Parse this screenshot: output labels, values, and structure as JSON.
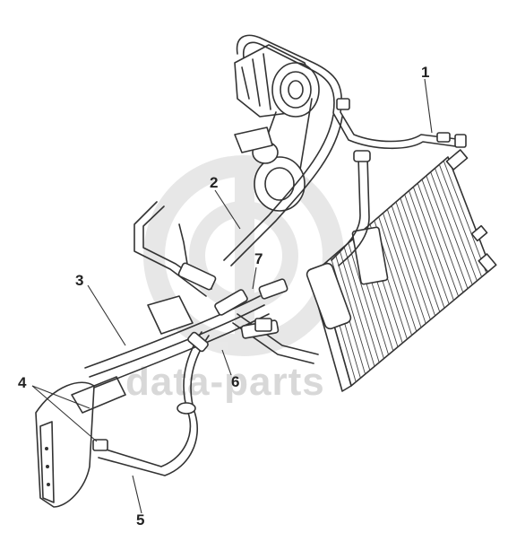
{
  "watermark": {
    "text": "data-parts",
    "color": "#d8d8d8"
  },
  "callouts": [
    {
      "id": "1",
      "label": "1"
    },
    {
      "id": "2",
      "label": "2"
    },
    {
      "id": "3",
      "label": "3"
    },
    {
      "id": "4",
      "label": "4"
    },
    {
      "id": "5",
      "label": "5"
    },
    {
      "id": "6",
      "label": "6"
    },
    {
      "id": "7",
      "label": "7"
    }
  ],
  "components": {
    "compressor": "compressor-drawing",
    "condenser": "condenser-drawing",
    "evaporator_box": "evaporator-housing-drawing",
    "pulley": "crank-pulley-drawing"
  },
  "colors": {
    "line": "#333333",
    "background": "#ffffff"
  }
}
